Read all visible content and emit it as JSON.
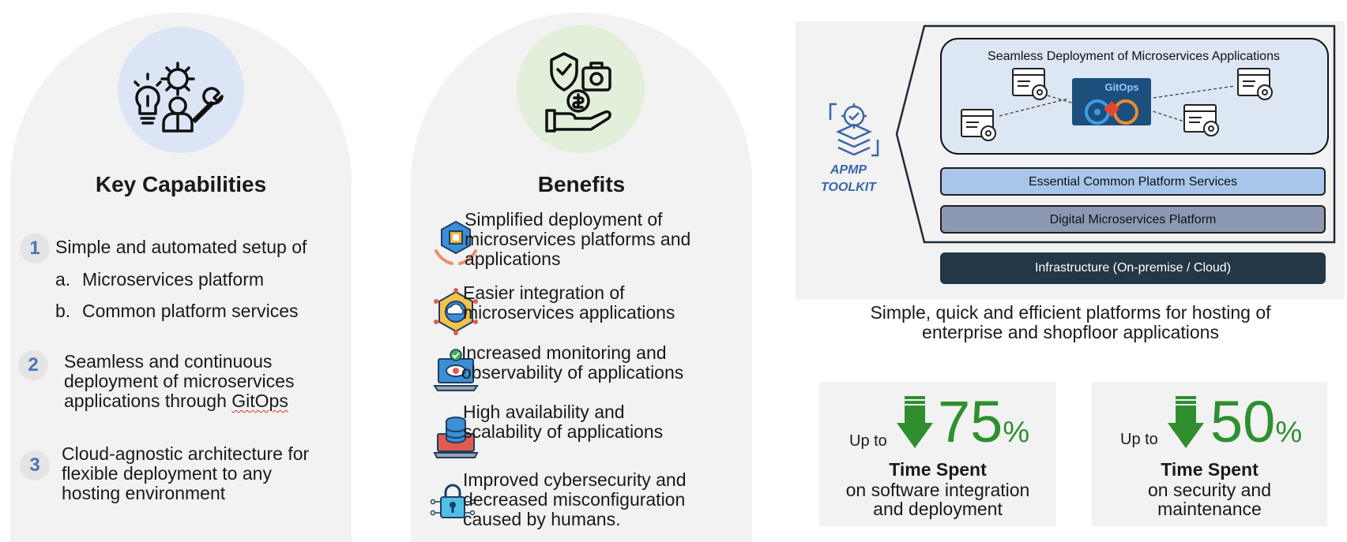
{
  "key_capabilities": {
    "title": "Key Capabilities",
    "items": [
      {
        "num": "1",
        "text": "Simple and automated setup of",
        "subs": [
          {
            "label": "a.",
            "text": "Microservices platform"
          },
          {
            "label": "b.",
            "text": "Common platform services"
          }
        ]
      },
      {
        "num": "2",
        "line1": "Seamless and continuous",
        "line2": "deployment of microservices",
        "line3_pre": "applications through ",
        "line3_word": "GitOps"
      },
      {
        "num": "3",
        "line1": "Cloud-agnostic architecture for",
        "line2": "flexible deployment to any",
        "line3": "hosting environment"
      }
    ]
  },
  "benefits": {
    "title": "Benefits",
    "items": [
      {
        "icon": "chip-hands-icon",
        "line1": "Simplified deployment of",
        "line2": "microservices platforms and",
        "line3": "applications"
      },
      {
        "icon": "cloud-network-icon",
        "line1": "Easier integration of",
        "line2": "microservices applications"
      },
      {
        "icon": "laptop-eye-icon",
        "line1": "Increased monitoring and",
        "line2": "observability of applications"
      },
      {
        "icon": "server-laptop-icon",
        "line1": "High availability and",
        "line2": "scalability of applications"
      },
      {
        "icon": "lock-circuit-icon",
        "line1": "Improved cybersecurity and",
        "line2": "decreased misconfiguration",
        "line3": "caused by humans."
      }
    ]
  },
  "diagram": {
    "toolkit_line1": "APMP",
    "toolkit_line2": "TOOLKIT",
    "deployment_title": "Seamless Deployment of Microservices Applications",
    "gitops_label": "GitOps",
    "essential_services": "Essential Common Platform Services",
    "digital_platform": "Digital Microservices Platform",
    "infrastructure": "Infrastructure (On-premise / Cloud)",
    "caption_line1": "Simple, quick and efficient platforms for hosting of",
    "caption_line2": "enterprise and shopfloor applications"
  },
  "stats": [
    {
      "prefix": "Up to",
      "value": "75",
      "unit": "%",
      "title": "Time Spent",
      "sub1": "on software integration",
      "sub2": "and deployment"
    },
    {
      "prefix": "Up to",
      "value": "50",
      "unit": "%",
      "title": "Time Spent",
      "sub1": "on security and",
      "sub2": "maintenance"
    }
  ],
  "colors": {
    "accent_blue": "#4a76b8",
    "stat_green": "#2f8f2f",
    "infra_dark": "#243746",
    "essential_blue": "#a7c6ea",
    "platform_gray": "#8d99b3"
  }
}
